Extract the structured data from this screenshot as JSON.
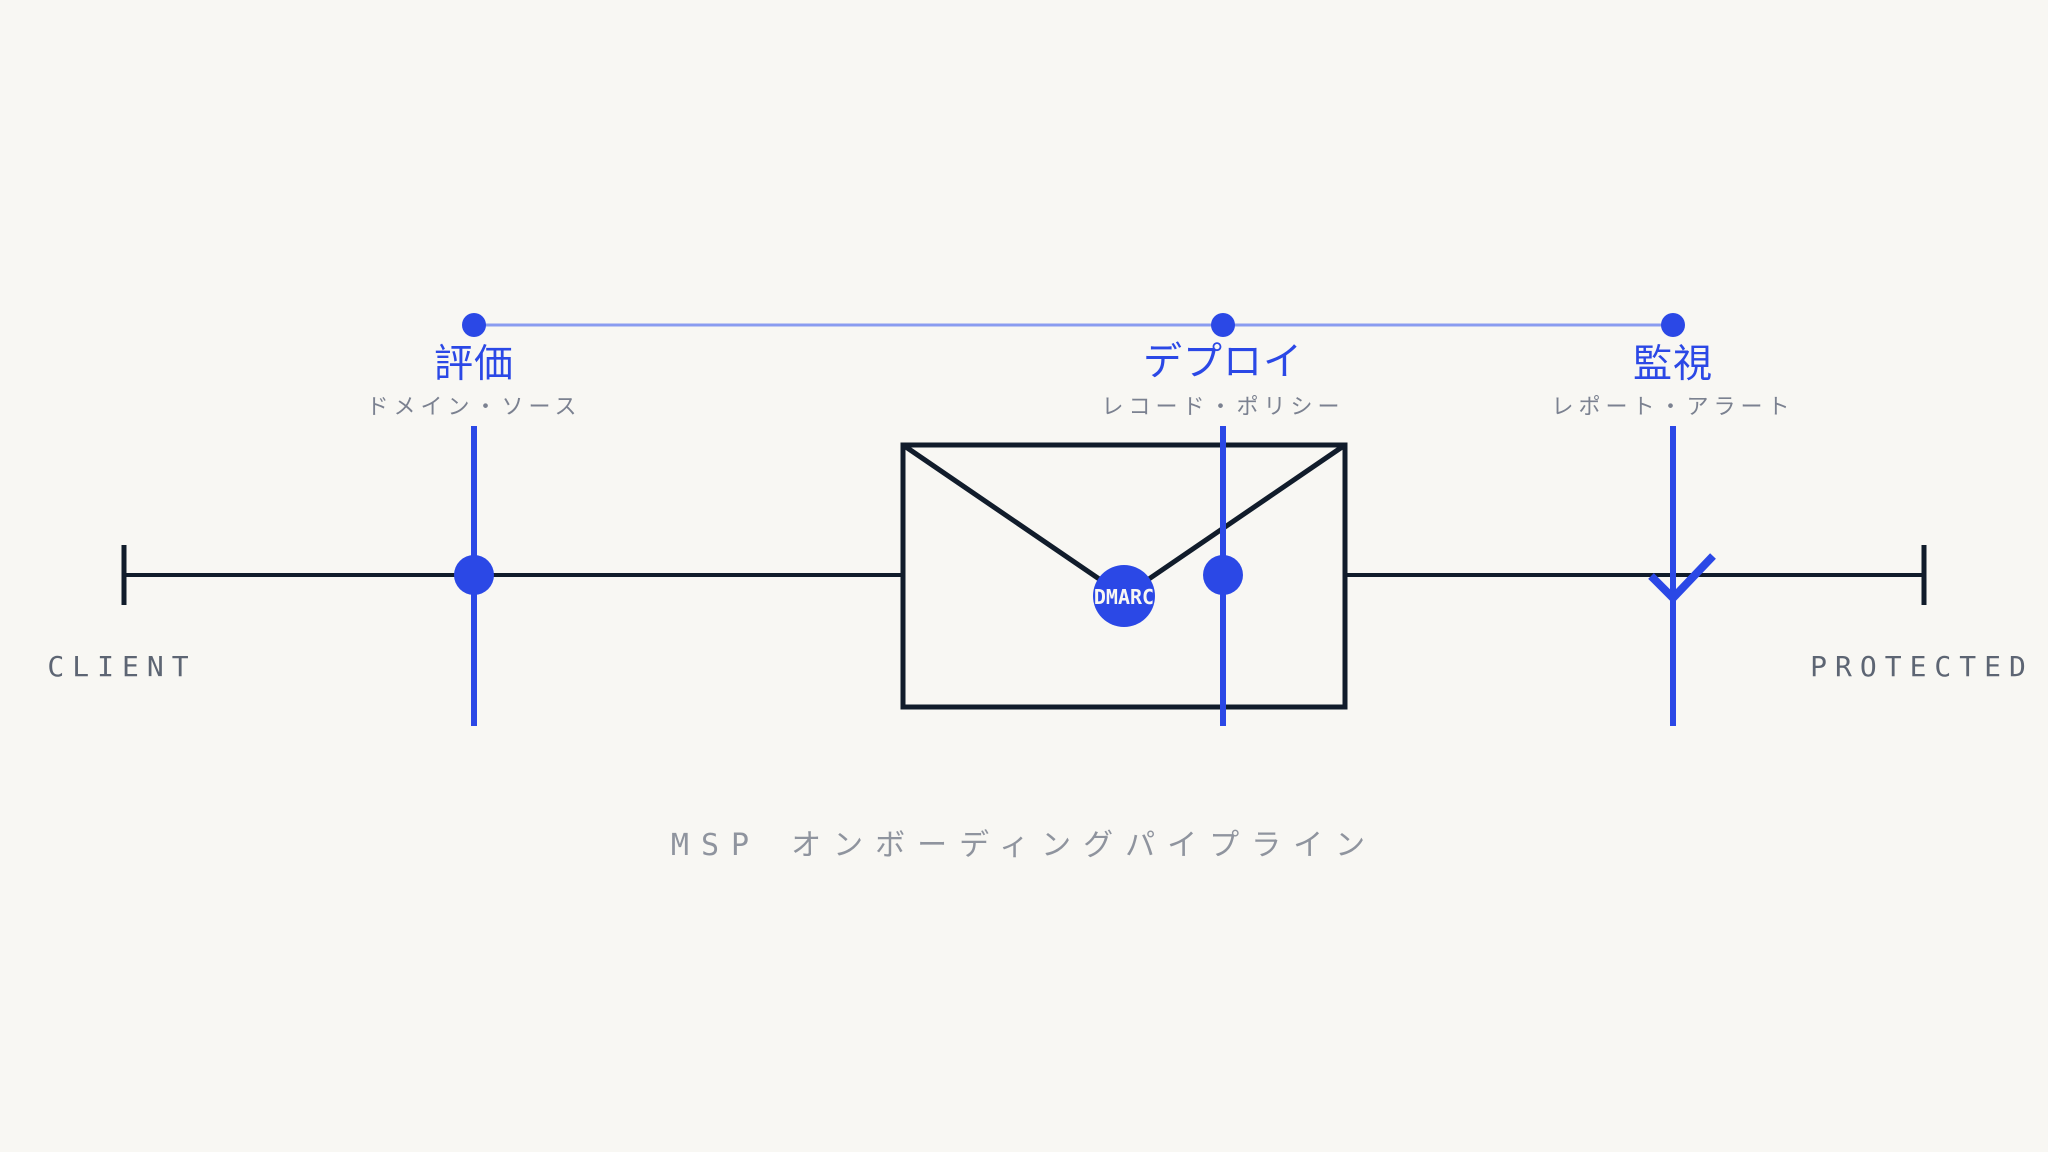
{
  "colors": {
    "background": "#f8f7f3",
    "ink": "#111c2b",
    "accent": "#2b48e6",
    "accent_light": "#8a9cf0",
    "muted": "#7b8190",
    "caption": "#8f949e",
    "end_label": "#5d6573"
  },
  "pipeline": {
    "start_label": "CLIENT",
    "end_label": "PROTECTED",
    "caption": "MSP オンボーディングパイプライン"
  },
  "envelope": {
    "seal_label": "DMARC",
    "icon": "envelope-icon"
  },
  "stages": [
    {
      "title": "評価",
      "subtitle": "ドメイン・ソース",
      "marker": "dot-icon"
    },
    {
      "title": "デプロイ",
      "subtitle": "レコード・ポリシー",
      "marker": "dot-icon"
    },
    {
      "title": "監視",
      "subtitle": "レポート・アラート",
      "marker": "check-icon"
    }
  ]
}
